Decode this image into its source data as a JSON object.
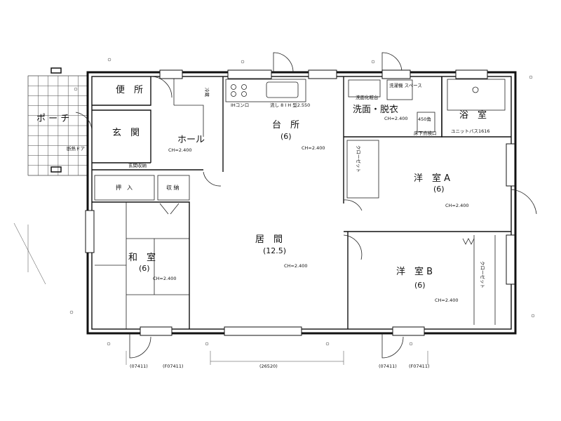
{
  "rooms": {
    "toilet": "便　所",
    "porch": "ポ ー チ",
    "genkan": "玄　関",
    "hall": "ホール",
    "hall_ch": "CH=2.400",
    "kitchen": "台　所",
    "kitchen_size": "(6)",
    "kitchen_ch": "CH=2.400",
    "senmen": "洗面・脱衣",
    "senmen_ch": "CH=2.400",
    "bath": "浴　室",
    "unitbath": "ユニットバス1616",
    "youA": "洋　室 A",
    "youA_size": "(6)",
    "youA_ch": "CH=2.400",
    "living": "居　間",
    "living_size": "(12.5)",
    "living_ch": "CH=2.400",
    "washitsu": "和　室",
    "washitsu_size": "(6)",
    "washitsu_ch": "CH=2.400",
    "youB": "洋　室 B",
    "youB_size": "(6)",
    "youB_ch": "CH=2.400",
    "oshiire": "押　入",
    "shuno": "収 納",
    "genkan_shuno": "玄関収納",
    "reizoko": "冷蔵",
    "closetA": "クローゼット",
    "closetB": "クローゼット",
    "danetsu": "断熱ドア",
    "senpatsu": "洗濯機\nスペース",
    "senmendai": "洗面化粧台",
    "konro": "IHコンロ",
    "sink": "流し 8 I H 型2.550",
    "yukashita": "床下点検口",
    "kaku": "450角"
  },
  "dims": {
    "d1": "(07411)",
    "d2": "(F07411)",
    "d3": "(26520)",
    "d4": "(07411)",
    "d5": "(F07411)"
  }
}
